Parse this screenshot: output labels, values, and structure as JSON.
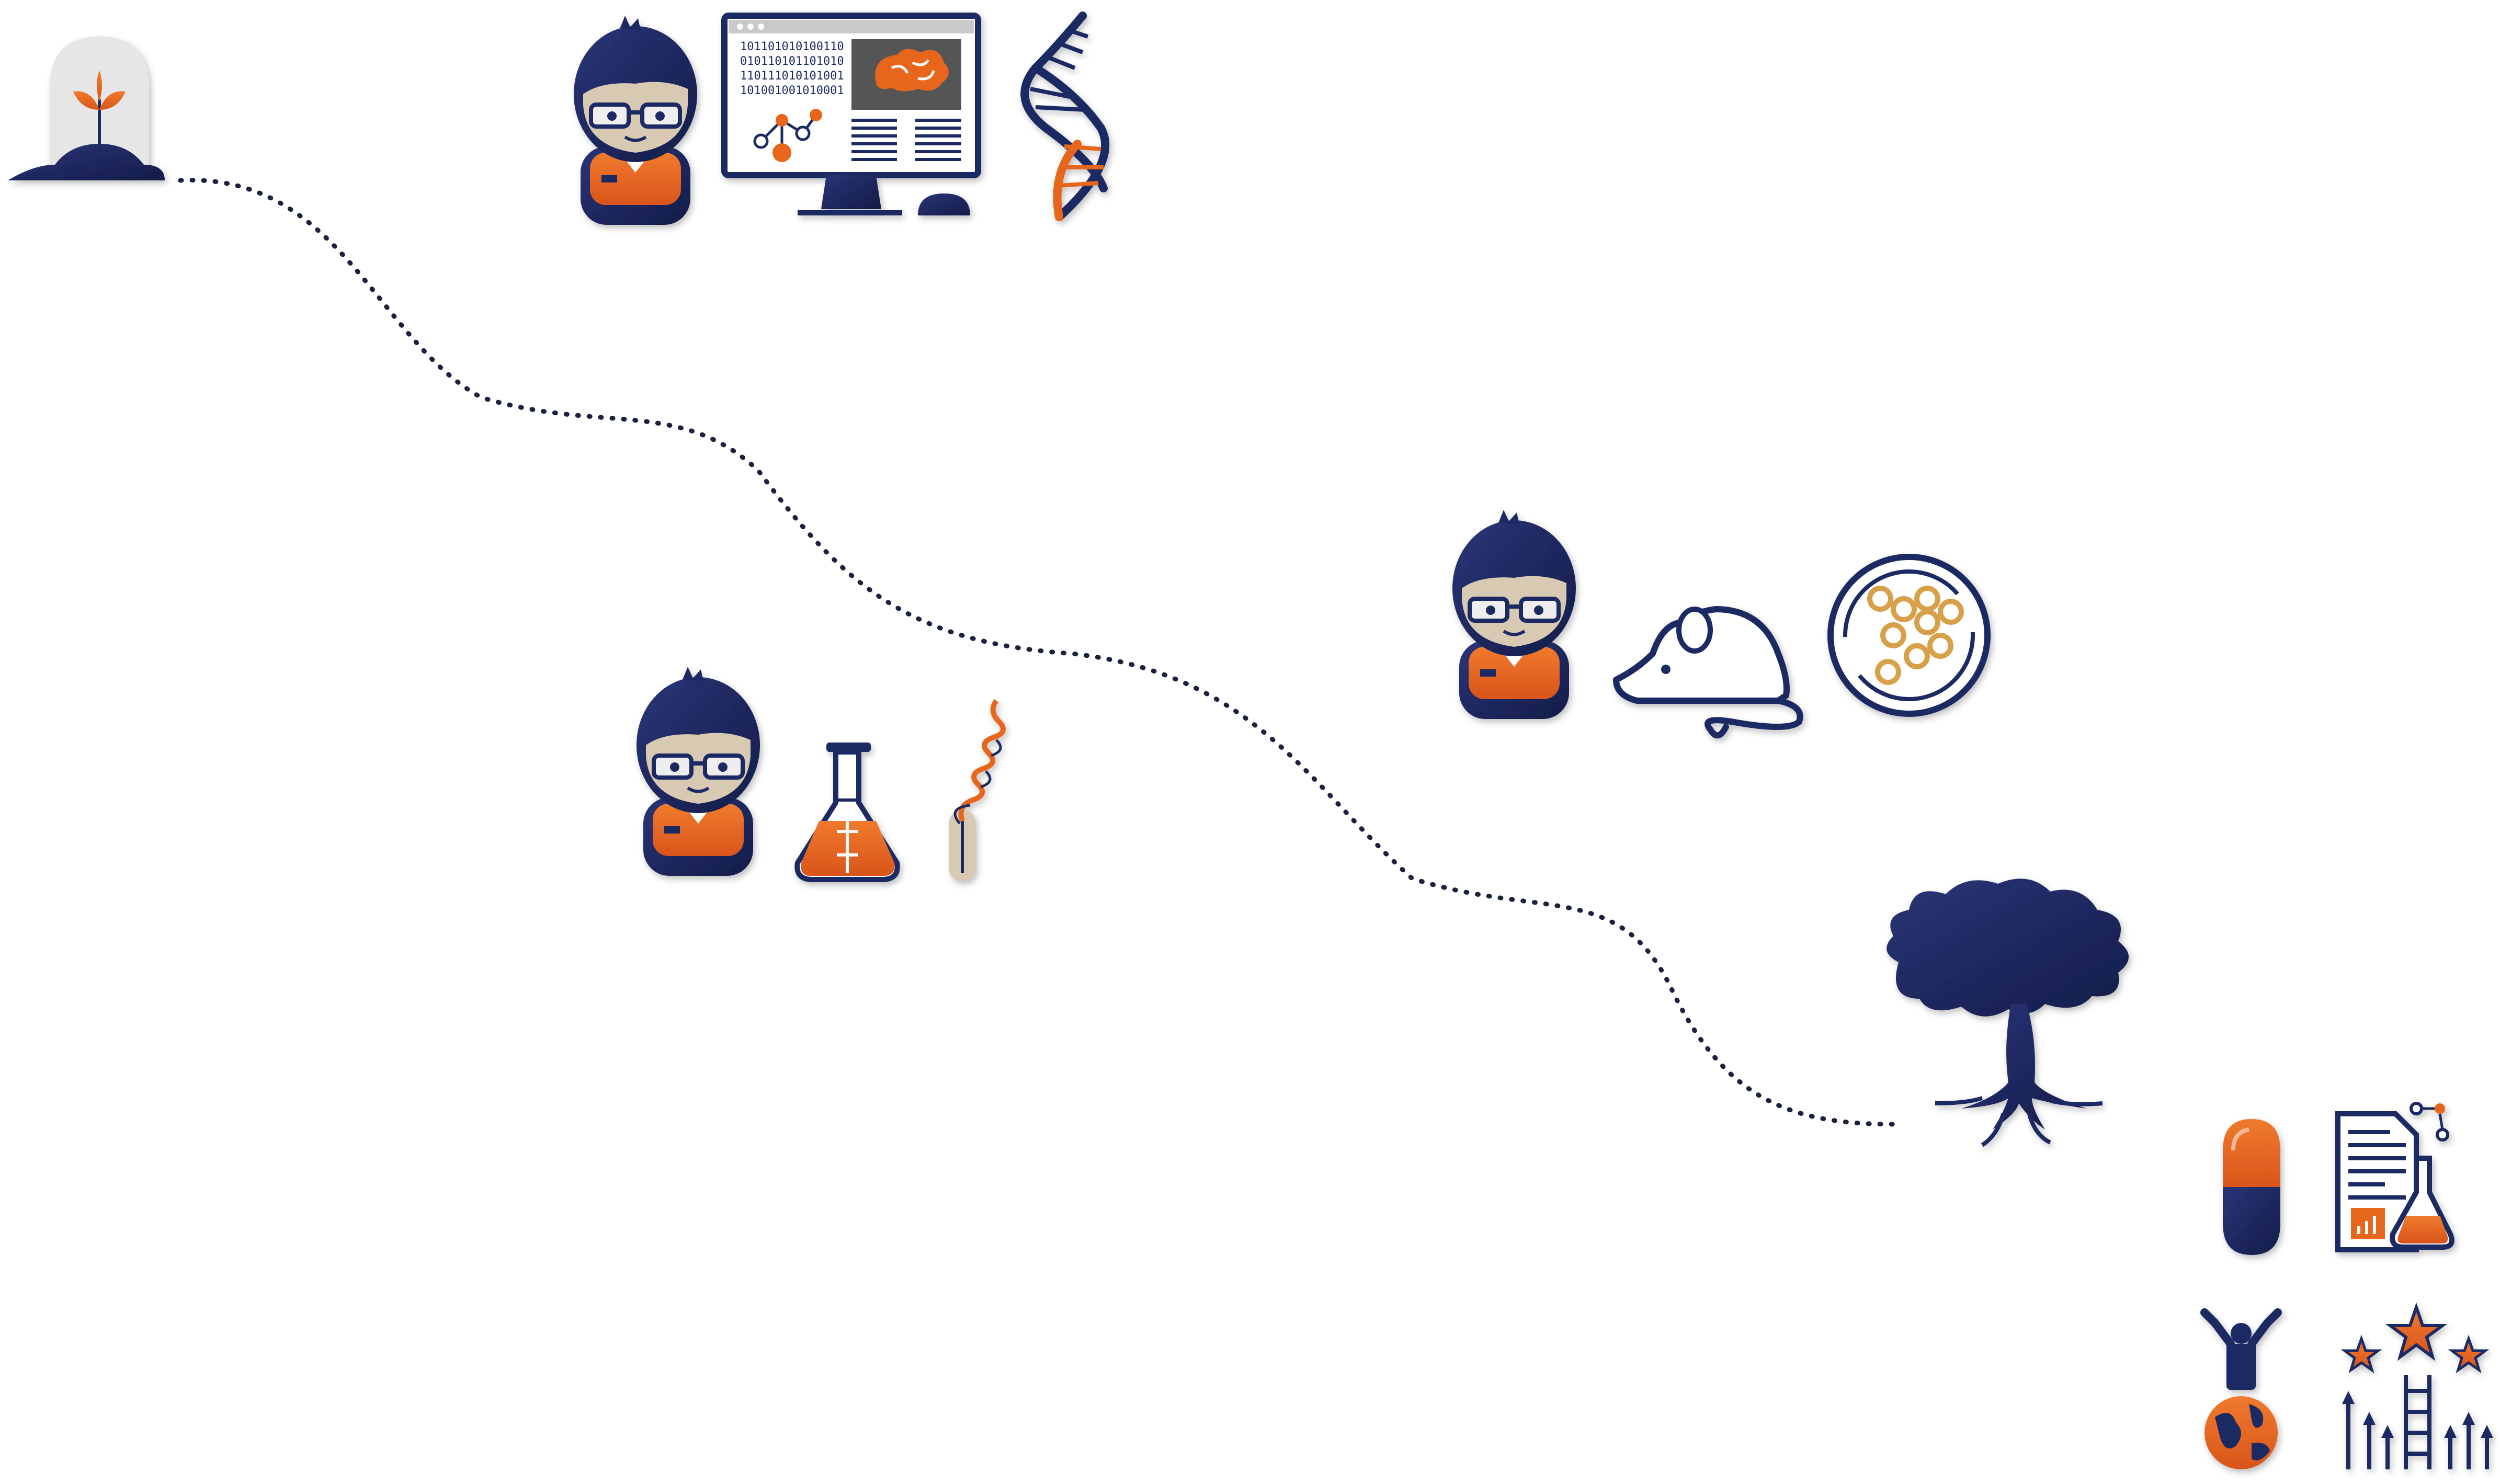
{
  "colors": {
    "navy": "#1f2a63",
    "navy_dark": "#141c48",
    "orange": "#e8661f",
    "skin": "#d8c9b3",
    "glass": "#e6e6e6",
    "screen_gray": "#555555",
    "gold": "#d8a04a",
    "path": "#1b2240"
  },
  "monitor": {
    "binary_lines": [
      "101101010100110",
      "010110101101010",
      "110111010101001",
      "101001001010001"
    ]
  },
  "icons": [
    "plant-dome-icon",
    "researcher-icon",
    "computer-monitor-icon",
    "brain-icon",
    "dna-helix-icon",
    "flask-icon",
    "test-tube-icon",
    "mouse-icon",
    "petri-dish-icon",
    "tree-icon",
    "capsule-icon",
    "report-flask-icon",
    "person-on-globe-icon",
    "stars-ladder-icon"
  ]
}
